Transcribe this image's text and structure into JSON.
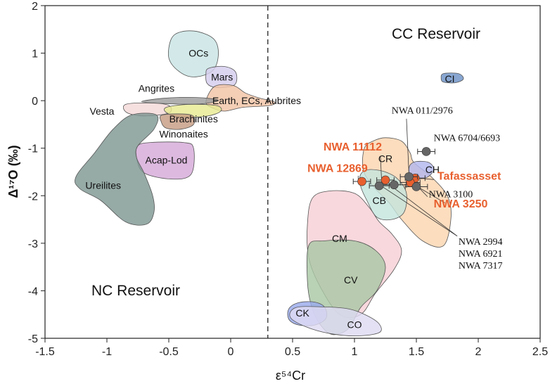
{
  "chart_data": {
    "type": "scatter",
    "xlabel": "ε⁵⁴Cr",
    "ylabel": "Δ¹⁷O (‰)",
    "xlim": [
      -1.5,
      2.5
    ],
    "ylim": [
      -5,
      2
    ],
    "xticks": [
      -1.5,
      -1,
      -0.5,
      0,
      0.5,
      1,
      1.5,
      2,
      2.5
    ],
    "yticks": [
      -5,
      -4,
      -3,
      -2,
      -1,
      0,
      1,
      2
    ],
    "xtick_labels": [
      "-1.5",
      "-1",
      "-0.5",
      "0",
      "0.5",
      "1",
      "1.5",
      "2",
      "2.5"
    ],
    "ytick_labels": [
      "-5",
      "-4",
      "-3",
      "-2",
      "-1",
      "0",
      "1",
      "2"
    ],
    "divider_x": 0.3,
    "reservoir_labels": {
      "cc": "CC Reservoir",
      "nc": "NC Reservoir"
    },
    "regions": [
      {
        "name": "OCs",
        "color": "#c9e4e4",
        "label_pos": [
          -0.26,
          1.0
        ],
        "points": [
          [
            -0.48,
            1.3
          ],
          [
            -0.4,
            1.45
          ],
          [
            -0.26,
            1.45
          ],
          [
            -0.13,
            1.28
          ],
          [
            -0.1,
            0.95
          ],
          [
            -0.15,
            0.62
          ],
          [
            -0.3,
            0.5
          ],
          [
            -0.42,
            0.62
          ],
          [
            -0.5,
            0.9
          ]
        ]
      },
      {
        "name": "Mars",
        "color": "#d5cdee",
        "label_pos": [
          -0.07,
          0.5
        ],
        "points": [
          [
            -0.2,
            0.55
          ],
          [
            -0.18,
            0.68
          ],
          [
            -0.05,
            0.72
          ],
          [
            0.04,
            0.6
          ],
          [
            0.03,
            0.33
          ],
          [
            -0.12,
            0.28
          ],
          [
            -0.19,
            0.36
          ]
        ]
      },
      {
        "name": "CI",
        "color": "#6e93c7",
        "label_pos": [
          1.77,
          0.46
        ],
        "points": [
          [
            1.7,
            0.48
          ],
          [
            1.72,
            0.57
          ],
          [
            1.84,
            0.57
          ],
          [
            1.88,
            0.46
          ],
          [
            1.82,
            0.38
          ],
          [
            1.72,
            0.39
          ]
        ]
      },
      {
        "name": "Earth, ECs, Aubrites",
        "color": "#f2c3a5",
        "label_pos": [
          0.21,
          0.0
        ],
        "points": [
          [
            -0.13,
            0.3
          ],
          [
            0.02,
            0.32
          ],
          [
            0.12,
            0.16
          ],
          [
            0.24,
            0.05
          ],
          [
            0.35,
            -0.02
          ],
          [
            0.32,
            -0.1
          ],
          [
            0.1,
            -0.14
          ],
          [
            -0.05,
            -0.22
          ],
          [
            -0.15,
            -0.15
          ],
          [
            -0.2,
            -0.02
          ]
        ]
      },
      {
        "name": "Angrites",
        "color": "#9e9e9e",
        "label_pos": [
          -0.6,
          0.26
        ],
        "points": [
          [
            -0.72,
            -0.02
          ],
          [
            -0.55,
            0.05
          ],
          [
            -0.35,
            0.07
          ],
          [
            -0.18,
            0.05
          ],
          [
            -0.1,
            0.0
          ],
          [
            -0.25,
            -0.07
          ],
          [
            -0.55,
            -0.06
          ]
        ]
      },
      {
        "name": "Vesta",
        "color": "#f4d8d8",
        "label_pos": [
          -1.04,
          -0.22
        ],
        "points": [
          [
            -0.85,
            -0.08
          ],
          [
            -0.65,
            -0.05
          ],
          [
            -0.5,
            -0.1
          ],
          [
            -0.5,
            -0.26
          ],
          [
            -0.7,
            -0.32
          ],
          [
            -0.84,
            -0.25
          ]
        ]
      },
      {
        "name": "Brachinites",
        "color": "#e8ea92",
        "label_pos": [
          -0.3,
          -0.38
        ],
        "points": [
          [
            -0.52,
            -0.14
          ],
          [
            -0.35,
            -0.08
          ],
          [
            -0.12,
            -0.1
          ],
          [
            -0.08,
            -0.22
          ],
          [
            -0.2,
            -0.33
          ],
          [
            -0.42,
            -0.34
          ],
          [
            -0.52,
            -0.25
          ]
        ]
      },
      {
        "name": "Winonaites",
        "color": "#c69c82",
        "label_pos": [
          -0.38,
          -0.7
        ],
        "points": [
          [
            -0.55,
            -0.3
          ],
          [
            -0.32,
            -0.3
          ],
          [
            -0.3,
            -0.5
          ],
          [
            -0.4,
            -0.6
          ],
          [
            -0.52,
            -0.58
          ],
          [
            -0.56,
            -0.45
          ]
        ]
      },
      {
        "name": "Acap-Lod",
        "color": "#d6a9d8",
        "label_pos": [
          -0.52,
          -1.25
        ],
        "points": [
          [
            -0.75,
            -0.95
          ],
          [
            -0.65,
            -0.88
          ],
          [
            -0.38,
            -0.88
          ],
          [
            -0.3,
            -1.0
          ],
          [
            -0.32,
            -1.55
          ],
          [
            -0.48,
            -1.65
          ],
          [
            -0.7,
            -1.52
          ],
          [
            -0.76,
            -1.2
          ]
        ]
      },
      {
        "name": "Ureilites",
        "color": "#7f9793",
        "label_pos": [
          -1.03,
          -1.78
        ],
        "points": [
          [
            -0.8,
            -0.3
          ],
          [
            -0.6,
            -0.3
          ],
          [
            -0.62,
            -0.6
          ],
          [
            -0.75,
            -0.95
          ],
          [
            -0.76,
            -1.2
          ],
          [
            -0.7,
            -1.52
          ],
          [
            -0.63,
            -2.0
          ],
          [
            -0.62,
            -2.35
          ],
          [
            -0.68,
            -2.6
          ],
          [
            -0.85,
            -2.55
          ],
          [
            -1.05,
            -2.1
          ],
          [
            -1.22,
            -1.85
          ],
          [
            -1.25,
            -1.6
          ],
          [
            -1.1,
            -1.1
          ],
          [
            -0.95,
            -0.6
          ]
        ]
      },
      {
        "name": "CR",
        "color": "#fbd6b0",
        "label_pos": [
          1.25,
          -1.22
        ],
        "points": [
          [
            1.08,
            -1.0
          ],
          [
            1.15,
            -0.85
          ],
          [
            1.25,
            -0.78
          ],
          [
            1.38,
            -0.85
          ],
          [
            1.45,
            -1.1
          ],
          [
            1.48,
            -1.3
          ],
          [
            1.62,
            -1.6
          ],
          [
            1.75,
            -2.0
          ],
          [
            1.78,
            -2.45
          ],
          [
            1.72,
            -3.05
          ],
          [
            1.55,
            -2.95
          ],
          [
            1.38,
            -2.5
          ],
          [
            1.28,
            -2.15
          ],
          [
            1.15,
            -1.8
          ],
          [
            1.07,
            -1.45
          ]
        ]
      },
      {
        "name": "CH",
        "color": "#b2b7ee",
        "label_pos": [
          1.63,
          -1.45
        ],
        "points": [
          [
            1.45,
            -1.35
          ],
          [
            1.5,
            -1.28
          ],
          [
            1.6,
            -1.3
          ],
          [
            1.64,
            -1.45
          ],
          [
            1.58,
            -1.62
          ],
          [
            1.47,
            -1.63
          ],
          [
            1.44,
            -1.5
          ]
        ]
      },
      {
        "name": "CB",
        "color": "#c5e4dd",
        "label_pos": [
          1.2,
          -2.1
        ],
        "points": [
          [
            1.05,
            -1.55
          ],
          [
            1.12,
            -1.45
          ],
          [
            1.25,
            -1.5
          ],
          [
            1.35,
            -1.65
          ],
          [
            1.42,
            -1.95
          ],
          [
            1.4,
            -2.35
          ],
          [
            1.3,
            -2.5
          ],
          [
            1.18,
            -2.45
          ],
          [
            1.1,
            -2.1
          ],
          [
            1.05,
            -1.8
          ]
        ]
      },
      {
        "name": "CM",
        "color": "#f6cfd6",
        "label_pos": [
          0.88,
          -2.9
        ],
        "points": [
          [
            0.66,
            -2.05
          ],
          [
            0.8,
            -1.9
          ],
          [
            1.0,
            -1.95
          ],
          [
            1.12,
            -2.25
          ],
          [
            1.2,
            -2.55
          ],
          [
            1.3,
            -2.8
          ],
          [
            1.38,
            -3.15
          ],
          [
            1.32,
            -3.55
          ],
          [
            1.17,
            -4.05
          ],
          [
            1.05,
            -4.5
          ],
          [
            0.88,
            -4.5
          ],
          [
            0.72,
            -3.9
          ],
          [
            0.63,
            -3.3
          ],
          [
            0.62,
            -2.6
          ]
        ]
      },
      {
        "name": "CV",
        "color": "#a9c7a5",
        "label_pos": [
          0.97,
          -3.77
        ],
        "points": [
          [
            0.63,
            -3.05
          ],
          [
            0.75,
            -2.95
          ],
          [
            1.0,
            -2.95
          ],
          [
            1.17,
            -3.15
          ],
          [
            1.25,
            -3.5
          ],
          [
            1.18,
            -4.0
          ],
          [
            1.05,
            -4.35
          ],
          [
            0.95,
            -4.8
          ],
          [
            0.82,
            -4.92
          ],
          [
            0.72,
            -4.7
          ],
          [
            0.65,
            -4.3
          ],
          [
            0.62,
            -3.8
          ]
        ]
      },
      {
        "name": "CK",
        "color": "#98a9ec",
        "label_pos": [
          0.58,
          -4.47
        ],
        "points": [
          [
            0.47,
            -4.38
          ],
          [
            0.55,
            -4.25
          ],
          [
            0.68,
            -4.24
          ],
          [
            0.76,
            -4.35
          ],
          [
            0.77,
            -4.58
          ],
          [
            0.68,
            -4.72
          ],
          [
            0.55,
            -4.72
          ],
          [
            0.47,
            -4.6
          ]
        ]
      },
      {
        "name": "CO",
        "color": "#dedbf3",
        "label_pos": [
          1.0,
          -4.71
        ],
        "points": [
          [
            0.53,
            -4.35
          ],
          [
            0.75,
            -4.34
          ],
          [
            0.95,
            -4.38
          ],
          [
            1.1,
            -4.52
          ],
          [
            1.2,
            -4.7
          ],
          [
            1.2,
            -4.88
          ],
          [
            1.02,
            -4.95
          ],
          [
            0.8,
            -4.9
          ],
          [
            0.6,
            -4.75
          ],
          [
            0.48,
            -4.55
          ]
        ]
      }
    ],
    "series": [
      {
        "name": "NWA 11112",
        "points": [
          {
            "x": 1.25,
            "y": -1.67,
            "xerr": 0.07
          }
        ],
        "color": "#e8602f"
      },
      {
        "name": "NWA 12869",
        "points": [
          {
            "x": 1.06,
            "y": -1.7,
            "xerr": 0.07
          }
        ],
        "color": "#e8602f"
      },
      {
        "name": "Tafassasset",
        "points": [
          {
            "x": 1.49,
            "y": -1.63,
            "xerr": 0.08
          }
        ],
        "color": "#e8602f"
      },
      {
        "name": "NWA 3250",
        "points": [
          {
            "x": 1.45,
            "y": -1.72,
            "xerr": 0.08
          }
        ],
        "color": "#e8602f"
      },
      {
        "name": "NWA 011/2976",
        "points": [
          {
            "x": 1.44,
            "y": -1.6,
            "xerr": 0.07
          }
        ],
        "color": "#666666"
      },
      {
        "name": "NWA 6704/6693",
        "points": [
          {
            "x": 1.58,
            "y": -1.07,
            "xerr": 0.07
          }
        ],
        "color": "#666666"
      },
      {
        "name": "NWA 3100",
        "points": [
          {
            "x": 1.5,
            "y": -1.81,
            "xerr": 0.09
          }
        ],
        "color": "#666666"
      },
      {
        "name": "NWA 2994, NWA 6921, NWA 7317",
        "points": [
          {
            "x": 1.32,
            "y": -1.77,
            "xerr": 0.1
          },
          {
            "x": 1.2,
            "y": -1.79,
            "xerr": 0.08
          }
        ],
        "color": "#666666"
      }
    ],
    "sample_labels": [
      {
        "lines": [
          "NWA 11112"
        ],
        "style": "sample",
        "pos": [
          0.75,
          -1.05
        ],
        "anchor": "start"
      },
      {
        "lines": [
          "NWA 12869"
        ],
        "style": "sample",
        "pos": [
          0.62,
          -1.5
        ],
        "anchor": "start"
      },
      {
        "lines": [
          "Tafassasset"
        ],
        "style": "sample",
        "pos": [
          1.67,
          -1.66
        ],
        "anchor": "start"
      },
      {
        "lines": [
          "NWA 3250"
        ],
        "style": "sample",
        "pos": [
          1.64,
          -2.25
        ],
        "anchor": "start"
      },
      {
        "lines": [
          "NWA 011/2976"
        ],
        "style": "small",
        "pos": [
          1.3,
          -0.27
        ],
        "anchor": "start"
      },
      {
        "lines": [
          "NWA 6704/6693"
        ],
        "style": "small",
        "pos": [
          1.64,
          -0.85
        ],
        "anchor": "start"
      },
      {
        "lines": [
          "NWA 3100"
        ],
        "style": "small",
        "pos": [
          1.6,
          -2.03
        ],
        "anchor": "start"
      },
      {
        "lines": [
          "NWA 2994",
          "NWA 6921",
          "NWA 7317"
        ],
        "style": "small",
        "pos": [
          1.84,
          -3.03
        ],
        "anchor": "start"
      }
    ],
    "leaders": [
      {
        "from": [
          1.21,
          -1.18
        ],
        "to": [
          1.22,
          -1.73
        ]
      },
      {
        "from": [
          1.03,
          -1.58
        ],
        "to": [
          1.03,
          -1.7
        ]
      },
      {
        "from": [
          1.64,
          -1.66
        ],
        "to": [
          1.52,
          -1.63
        ]
      },
      {
        "from": [
          1.73,
          -2.15
        ],
        "to": [
          1.47,
          -1.75
        ]
      },
      {
        "from": [
          1.42,
          -0.38
        ],
        "to": [
          1.44,
          -1.55
        ]
      },
      {
        "from": [
          1.59,
          -2.02
        ],
        "to": [
          1.52,
          -1.83
        ]
      },
      {
        "from": [
          1.83,
          -2.85
        ],
        "to": [
          1.3,
          -1.8
        ]
      },
      {
        "from": [
          1.83,
          -2.85
        ],
        "to": [
          1.22,
          -1.8
        ]
      }
    ]
  }
}
